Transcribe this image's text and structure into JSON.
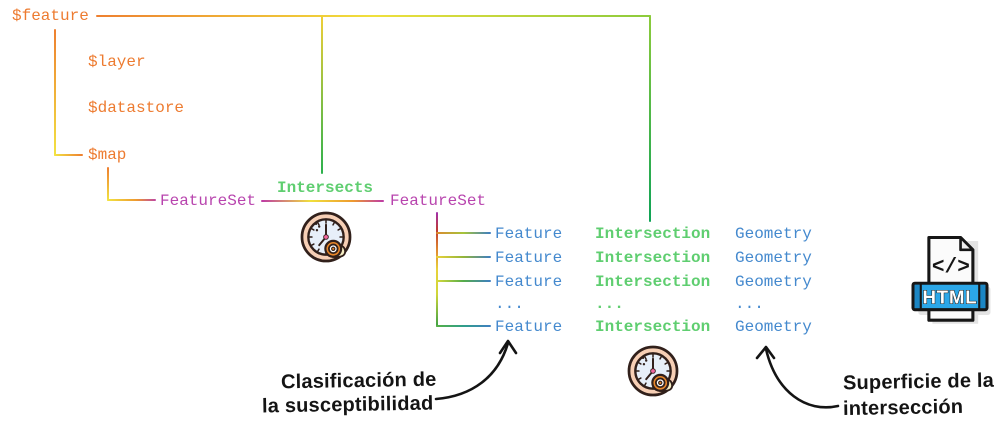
{
  "palette": {
    "orange": "#ED7B30",
    "magenta": "#B844AE",
    "green": "#5FCE70",
    "blue": "#4489CE",
    "ink": "#141414",
    "banner_blue": "#2BA7E8"
  },
  "globals": {
    "feature": "$feature",
    "layer": "$layer",
    "datastore": "$datastore",
    "map": "$map"
  },
  "pipeline": {
    "featureset_source": "FeatureSet",
    "operation": "Intersects",
    "featureset_result": "FeatureSet"
  },
  "results": {
    "rows": [
      {
        "feature": "Feature",
        "intersection": "Intersection",
        "geometry": "Geometry"
      },
      {
        "feature": "Feature",
        "intersection": "Intersection",
        "geometry": "Geometry"
      },
      {
        "feature": "Feature",
        "intersection": "Intersection",
        "geometry": "Geometry"
      },
      {
        "feature": "...",
        "intersection": "...",
        "geometry": "..."
      },
      {
        "feature": "Feature",
        "intersection": "Intersection",
        "geometry": "Geometry"
      }
    ]
  },
  "annotations": {
    "susceptibility": {
      "line1": "Clasificación de",
      "line2": "la susceptibilidad"
    },
    "surface": {
      "line1": "Superficie de la",
      "line2": "intersección"
    }
  },
  "icons": {
    "slow_clock": "clock-with-snail",
    "html_badge": {
      "code_glyph": "</>",
      "label": "HTML"
    }
  }
}
